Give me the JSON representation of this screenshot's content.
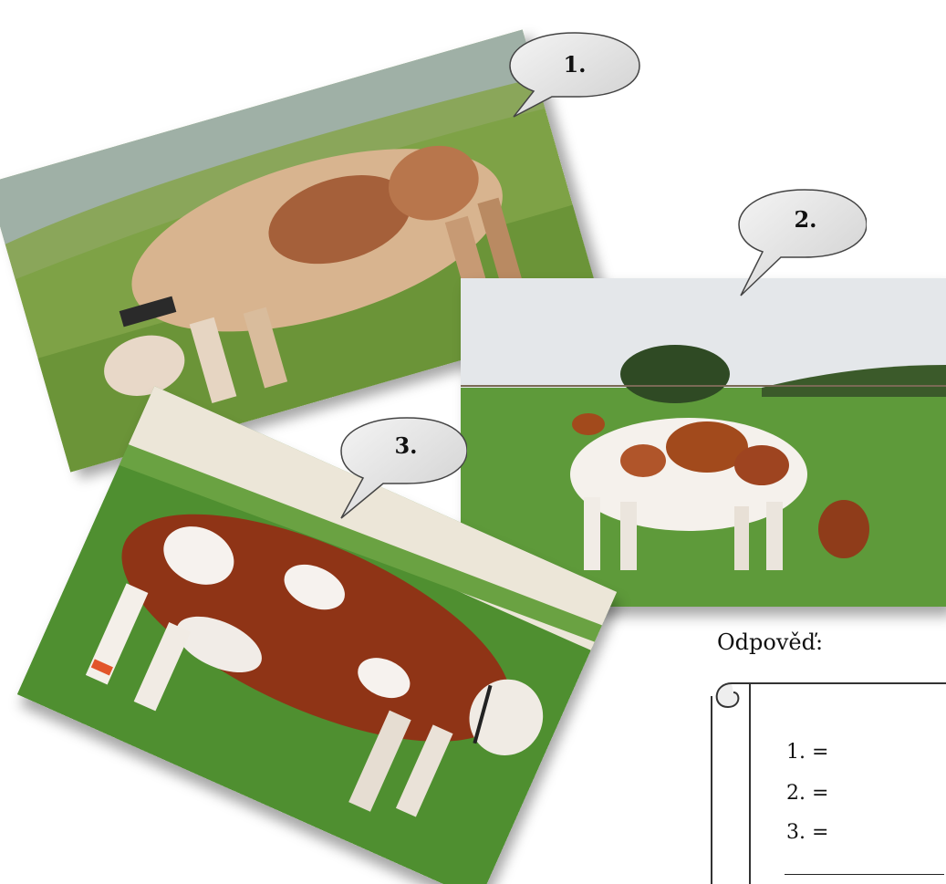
{
  "bubbles": [
    {
      "label": "1."
    },
    {
      "label": "2."
    },
    {
      "label": "3."
    }
  ],
  "answer": {
    "title": "Odpověď:",
    "lines": [
      "1. =",
      "2. =",
      "3. ="
    ]
  },
  "colors": {
    "grass": "#6f9a3c",
    "sky": "#e6e9ec",
    "cow_brown": "#9a4a22",
    "cow_white": "#f4efe8",
    "bubble_fill": "#e8e8e8"
  }
}
